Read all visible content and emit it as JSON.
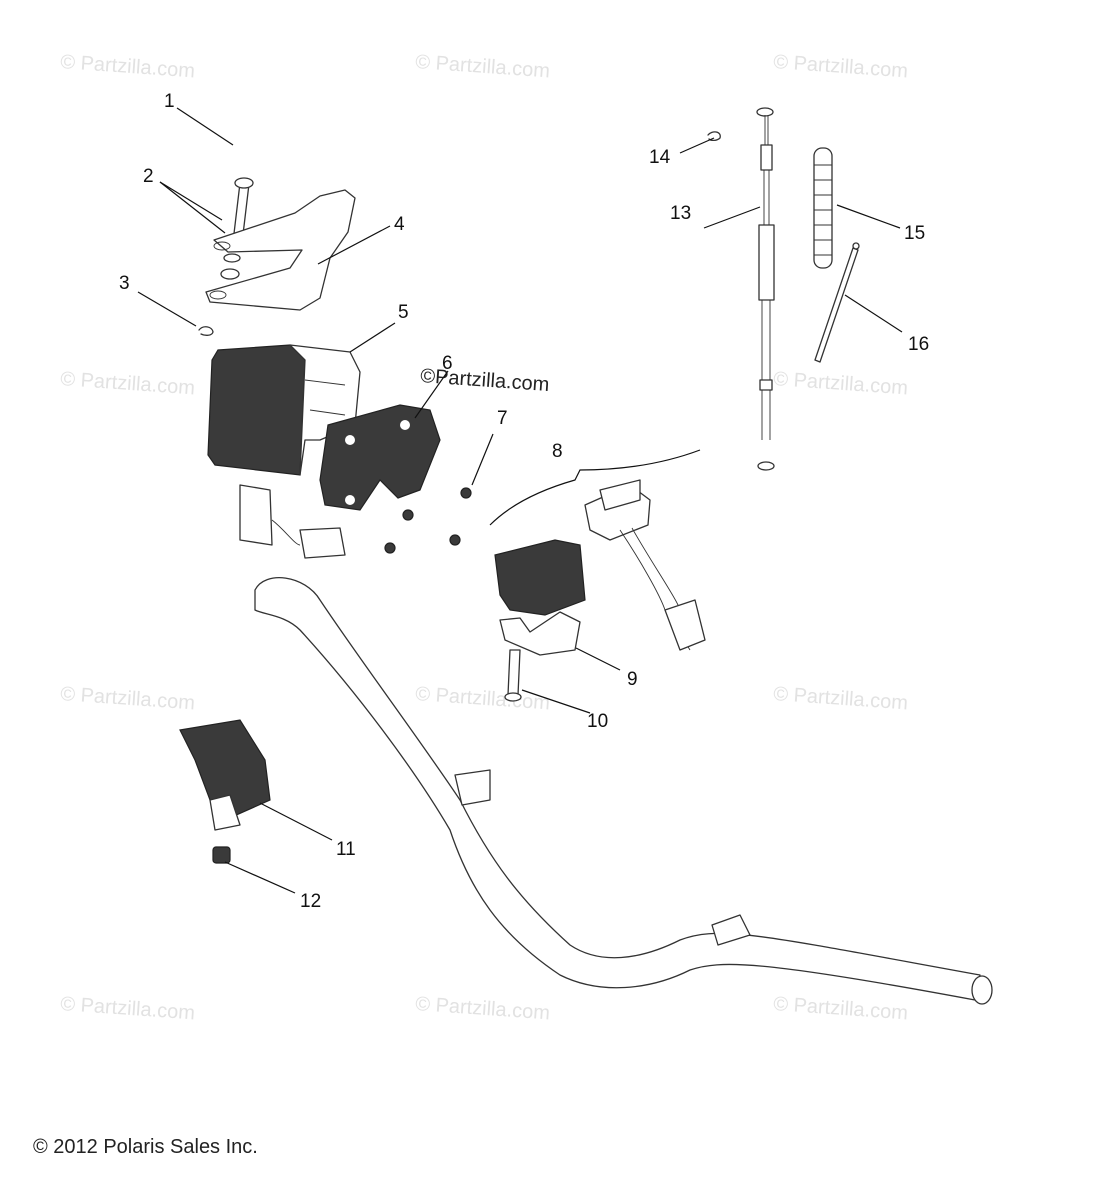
{
  "watermark_text": "© Partzilla.com",
  "center_watermark_text": "©Partzilla.com",
  "callouts": [
    "1",
    "2",
    "3",
    "4",
    "5",
    "6",
    "7",
    "8",
    "9",
    "10",
    "11",
    "12",
    "13",
    "14",
    "15",
    "16"
  ],
  "copyright": "© 2012 Polaris Sales Inc."
}
